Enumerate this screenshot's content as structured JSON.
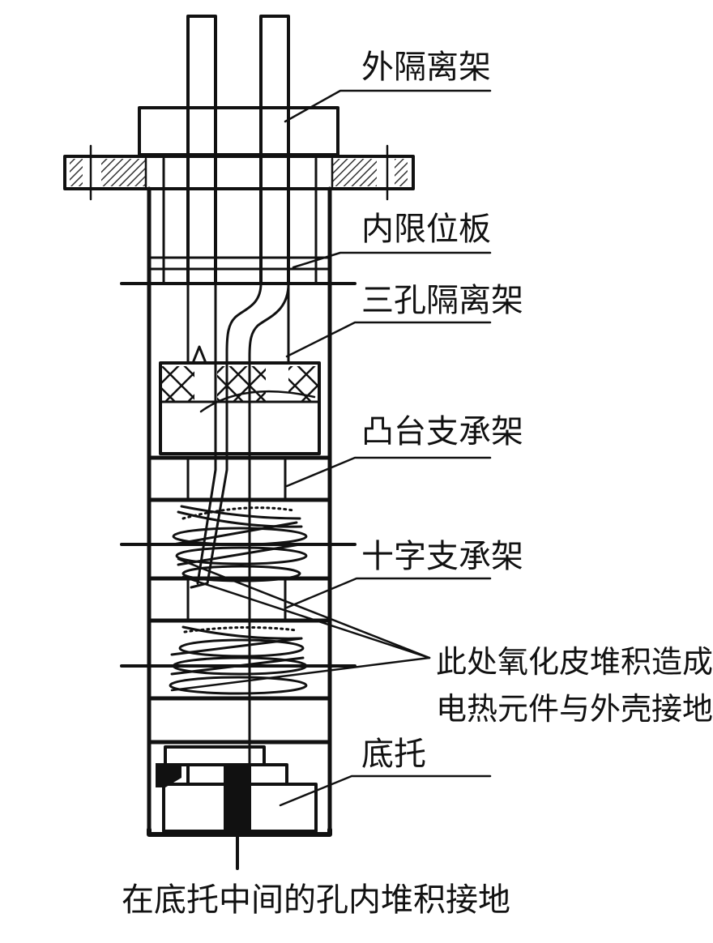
{
  "labels": {
    "outer_isolator": "外隔离架",
    "inner_limit_plate": "内限位板",
    "three_hole_isolator": "三孔隔离架",
    "boss_support": "凸台支承架",
    "cross_support": "十字支承架",
    "oxide_note_line1": "此处氧化皮堆积造成",
    "oxide_note_line2": "电热元件与外壳接地",
    "base_support": "底托",
    "bottom_note": "在底托中间的孔内堆积接地"
  },
  "colors": {
    "stroke": "#111111",
    "hatch": "#444444",
    "background": "#ffffff"
  }
}
